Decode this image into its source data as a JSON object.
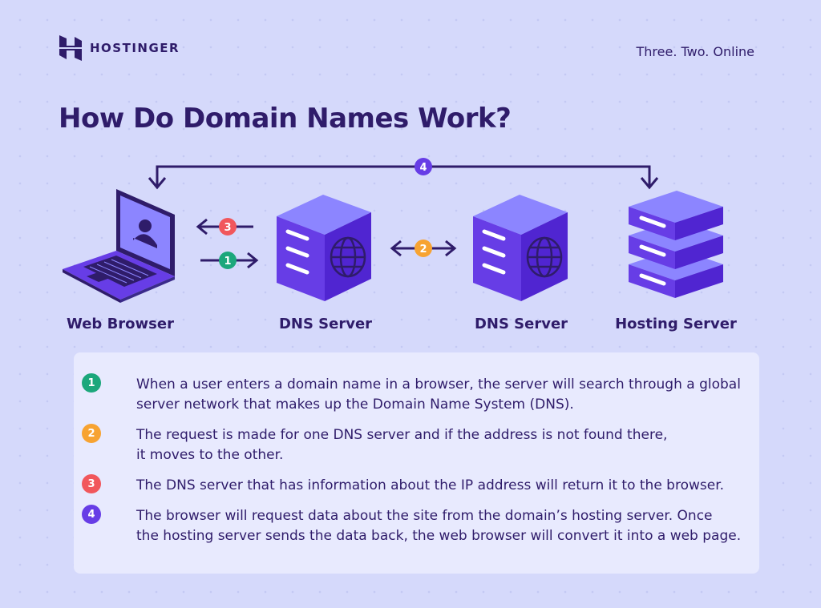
{
  "brand": {
    "name": "HOSTINGER",
    "tagline": "Three. Two. Online"
  },
  "title": "How Do Domain Names Work?",
  "nodes": {
    "browser": "Web Browser",
    "dns1": "DNS Server",
    "dns2": "DNS Server",
    "hosting": "Hosting Server"
  },
  "arrows": {
    "a1": "1",
    "a2": "2",
    "a3": "3",
    "a4": "4"
  },
  "colors": {
    "step1": "#1ba77b",
    "step2": "#f7a332",
    "step3": "#f1575c",
    "step4": "#673de6",
    "text": "#2f1c6a",
    "accent": "#673de6"
  },
  "steps": [
    {
      "num": "1",
      "lines": [
        "When a user enters a domain name in a browser, the server will search through a global",
        "server network that makes up the Domain Name System (DNS)."
      ]
    },
    {
      "num": "2",
      "lines": [
        "The request is made for one DNS server and if the address is not found there,",
        "it moves to the other."
      ]
    },
    {
      "num": "3",
      "lines": [
        "The DNS server that has information about the IP address will return it to the browser."
      ]
    },
    {
      "num": "4",
      "lines": [
        "The browser will request data about the site from the domain’s hosting server. Once",
        "the hosting server sends the data back, the web browser will convert it into a web page."
      ]
    }
  ]
}
